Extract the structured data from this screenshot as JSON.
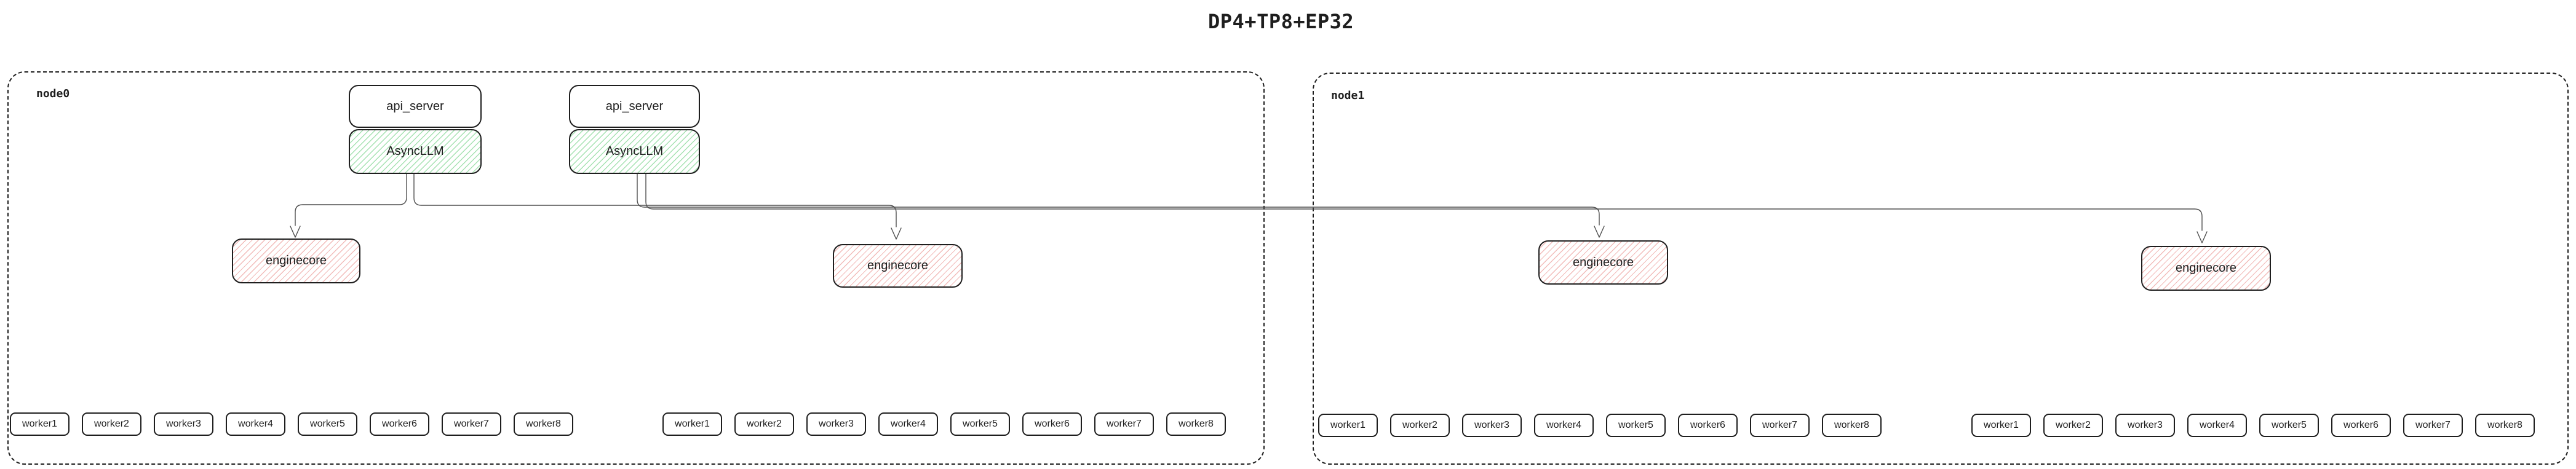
{
  "title": "DP4+TP8+EP32",
  "colors": {
    "box_stroke": "#1e1e1e",
    "edge_stroke": "#4f4f4f",
    "asyncllm_hachure_green": "#a6e2b2",
    "enginecore_hachure_pink": "#f2bcba",
    "background": "#ffffff"
  },
  "node0": {
    "label": "node0",
    "api_server_1": "api_server",
    "async_llm_1": "AsyncLLM",
    "api_server_2": "api_server",
    "async_llm_2": "AsyncLLM",
    "enginecore_1": "enginecore",
    "enginecore_2": "enginecore",
    "worker_group_1": [
      "worker1",
      "worker2",
      "worker3",
      "worker4",
      "worker5",
      "worker6",
      "worker7",
      "worker8"
    ],
    "worker_group_2": [
      "worker1",
      "worker2",
      "worker3",
      "worker4",
      "worker5",
      "worker6",
      "worker7",
      "worker8"
    ]
  },
  "node1": {
    "label": "node1",
    "enginecore_1": "enginecore",
    "enginecore_2": "enginecore",
    "worker_group_1": [
      "worker1",
      "worker2",
      "worker3",
      "worker4",
      "worker5",
      "worker6",
      "worker7",
      "worker8"
    ],
    "worker_group_2": [
      "worker1",
      "worker2",
      "worker3",
      "worker4",
      "worker5",
      "worker6",
      "worker7",
      "worker8"
    ]
  }
}
